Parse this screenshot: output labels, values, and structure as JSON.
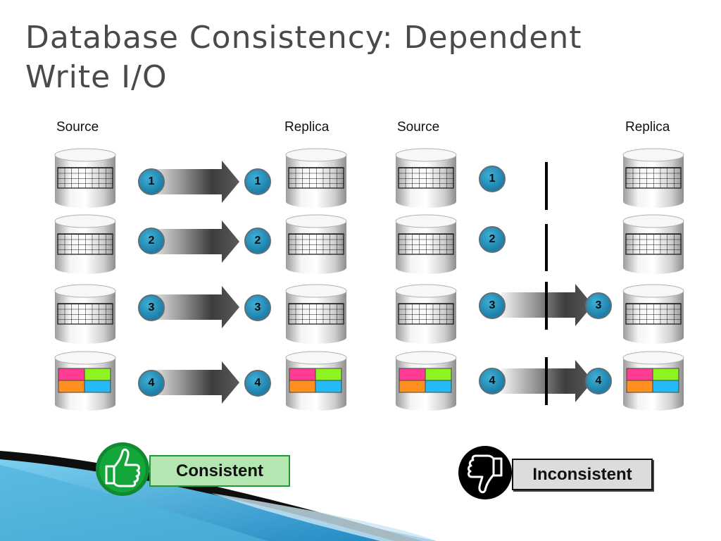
{
  "slide": {
    "title_line1": "Database Consistency: Dependent",
    "title_line2": "Write I/O"
  },
  "panels": [
    {
      "source_label": "Source",
      "replica_label": "Replica"
    },
    {
      "source_label": "Source",
      "replica_label": "Replica"
    }
  ],
  "write_numbers": [
    "1",
    "2",
    "3",
    "4"
  ],
  "status": {
    "consistent_label": "Consistent",
    "inconsistent_label": "Inconsistent"
  },
  "icons": {
    "consistent": "thumbs-up-icon",
    "inconsistent": "thumbs-down-icon",
    "database": "database-cylinder-icon",
    "write_arrow": "arrow-right-icon",
    "split": "link-break-icon"
  },
  "colors": {
    "title": "#4a4a4a",
    "badge": "#1c7fa8",
    "consistent_fill": "#b3e6b0",
    "consistent_border": "#1e9a3a",
    "inconsistent_fill": "#dcdcdc",
    "data_block_colors": [
      "#ff3c94",
      "#8ff221",
      "#ff8f1f",
      "#24baf5"
    ]
  }
}
